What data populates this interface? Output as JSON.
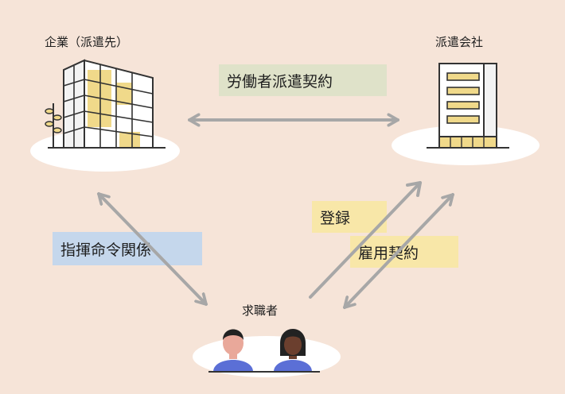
{
  "nodes": {
    "client": {
      "label": "企業（派遣先）"
    },
    "agency": {
      "label": "派遣会社"
    },
    "worker": {
      "label": "求職者"
    }
  },
  "relations": {
    "dispatch_contract": "労働者派遣契約",
    "command_relation": "指揮命令関係",
    "registration": "登録",
    "employment_contract": "雇用契約"
  },
  "colors": {
    "background": "#f6e4d8",
    "green_box": "#dfe2c9",
    "blue_box": "#c5d7ec",
    "yellow_box": "#f8e7a8",
    "arrow": "#a7a7a7",
    "building_yellow": "#f0d98a",
    "person_blue": "#5b6fd6"
  },
  "icons": [
    "office-building-icon",
    "tree-icon",
    "agency-building-icon",
    "person-icon"
  ]
}
